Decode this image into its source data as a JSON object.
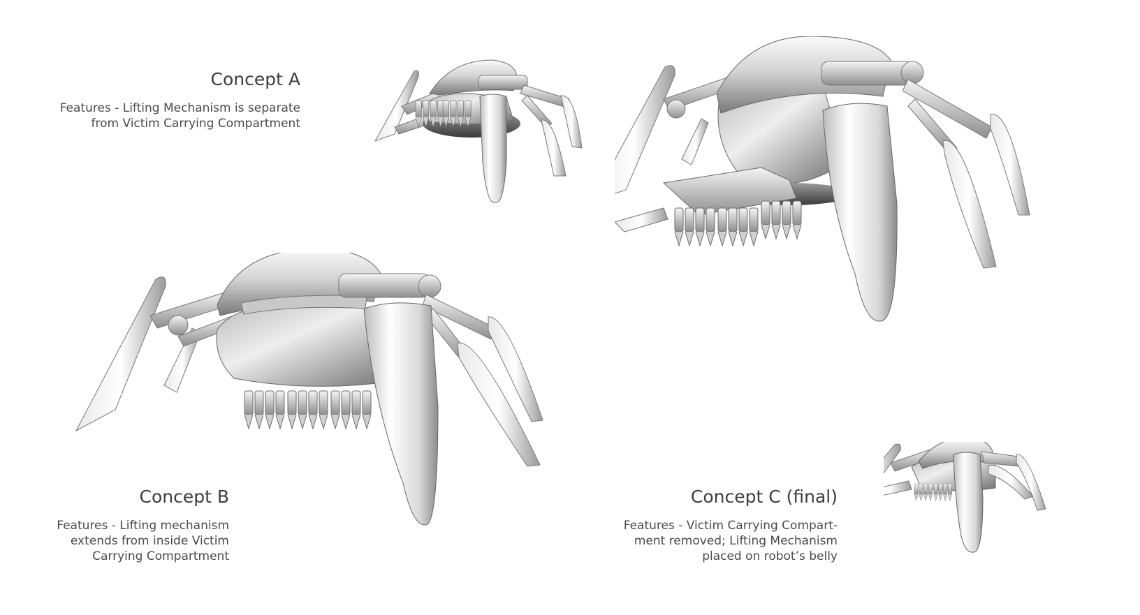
{
  "concepts": [
    {
      "title": "Concept A",
      "description_lines": [
        "Features - Lifting Mechanism is separate",
        "from Victim Carrying Compartment"
      ]
    },
    {
      "title": "Concept B",
      "description_lines": [
        "Features - Lifting mechanism",
        "extends from inside Victim",
        "Carrying Compartment"
      ]
    },
    {
      "title": "Concept C (final)",
      "description_lines": [
        "Features - Victim Carrying Compart-",
        "ment removed; Lifting Mechanism",
        "placed on robot’s belly"
      ]
    }
  ],
  "colors": {
    "background": "#ffffff",
    "text": "#444444",
    "shell_light": "#f2f2f2",
    "shell_dark": "#8a8a8a"
  }
}
